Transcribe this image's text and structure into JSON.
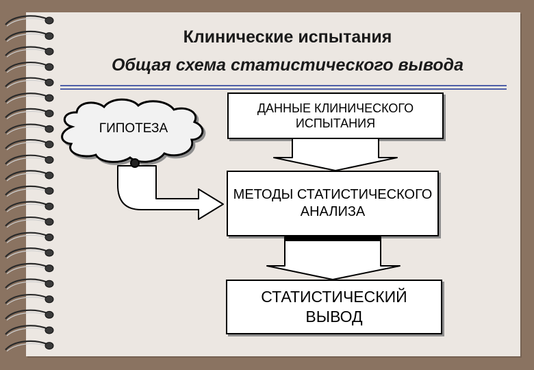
{
  "header": {
    "title": "Клинические испытания",
    "subtitle": "Общая схема статистического вывода"
  },
  "diagram": {
    "hypothesis": "ГИПОТЕЗА",
    "data_box": "ДАННЫЕ КЛИНИЧЕСКОГО ИСПЫТАНИЯ",
    "methods_box": "МЕТОДЫ СТАТИСТИЧЕСКОГО АНАЛИЗА",
    "conclusion_box": "СТАТИСТИЧЕСКИЙ ВЫВОД"
  },
  "colors": {
    "background": "#8a7361",
    "page": "#ece7e2",
    "rule": "#4f5fa8",
    "box_fill": "#ffffff",
    "cloud_fill": "#f2f2f2"
  }
}
